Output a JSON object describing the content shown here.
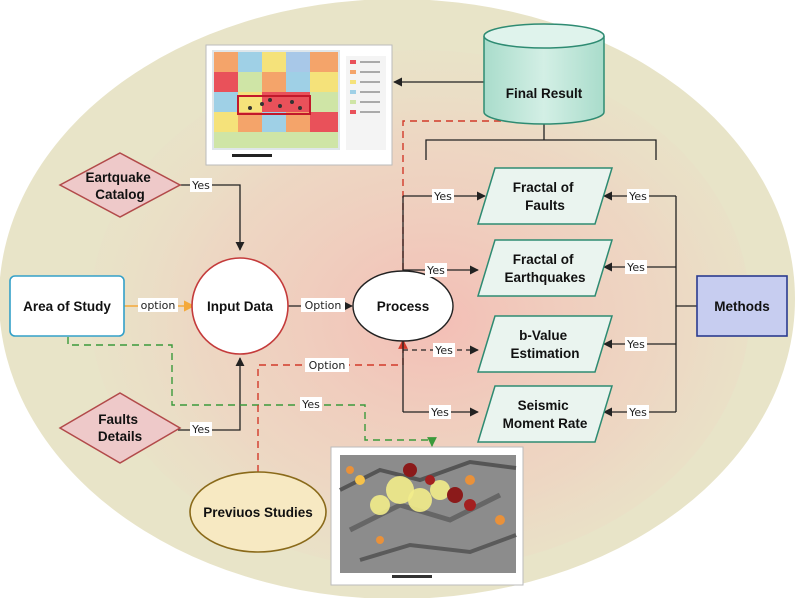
{
  "nodes": {
    "earthquake_catalog": [
      "Eartquake",
      "Catalog"
    ],
    "faults_details": [
      "Faults",
      "Details"
    ],
    "area_of_study": "Area of Study",
    "input_data": "Input Data",
    "process": "Process",
    "final_result": "Final Result",
    "methods": "Methods",
    "previous_studies": "Previuos Studies",
    "fractal_faults": [
      "Fractal of",
      "Faults"
    ],
    "fractal_earthquakes": [
      "Fractal of",
      "Earthquakes"
    ],
    "b_value": [
      "b-Value",
      "Estimation"
    ],
    "seismic_moment": [
      "Seismic",
      "Moment Rate"
    ]
  },
  "edge_labels": {
    "catalog_yes": "Yes",
    "faults_yes": "Yes",
    "area_option": "option",
    "input_option": "Option",
    "previous_option": "Option",
    "area_yes": "Yes",
    "to_fractal_faults": "Yes",
    "to_fractal_eq": "Yes",
    "to_bvalue": "Yes",
    "to_seismic": "Yes",
    "methods_fractal_faults": "Yes",
    "methods_fractal_eq": "Yes",
    "methods_bvalue": "Yes",
    "methods_seismic": "Yes"
  },
  "colors": {
    "background_ellipse": "#e8e4c8",
    "diamond_fill": "#eec9c9",
    "diamond_stroke": "#b24a4a",
    "parallelogram_fill": "#eaf4ef",
    "parallelogram_stroke": "#2e8b72",
    "cylinder_fill": "#bfe6d9",
    "methods_fill": "#c7cdf0",
    "methods_stroke": "#2b3b8f",
    "previous_fill": "#f7e9c2",
    "previous_stroke": "#8a6a1a",
    "area_stroke": "#33a0c8",
    "red_dashed": "#d23a2a",
    "green_dashed": "#3b9a3b",
    "orange_arrow": "#f4a93a"
  }
}
